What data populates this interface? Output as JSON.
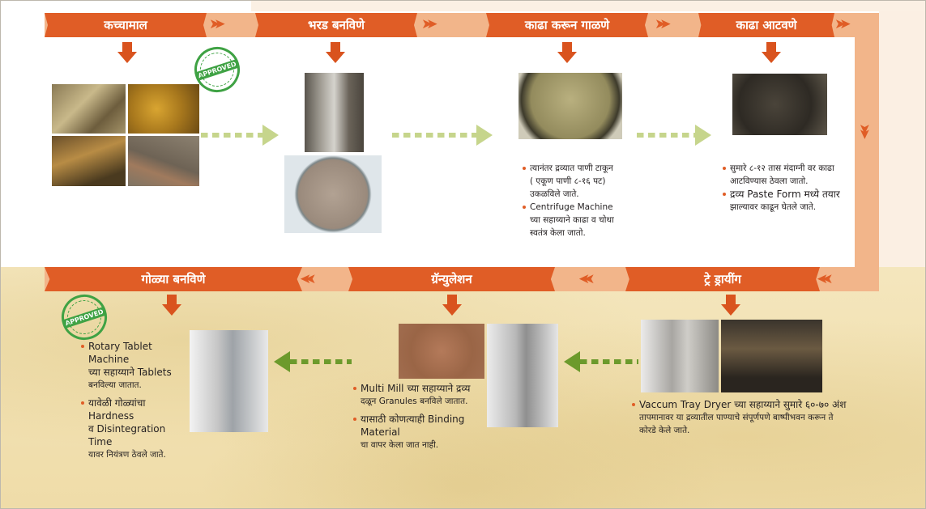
{
  "stages_top": [
    {
      "title": "कच्चामाल"
    },
    {
      "title": "भरड बनविणे"
    },
    {
      "title": "काढा करून गाळणे"
    },
    {
      "title": "काढा आटवणे"
    }
  ],
  "stages_bottom": [
    {
      "title": "गोळ्या बनविणे"
    },
    {
      "title": "ग्रॅन्युलेशन"
    },
    {
      "title": "ट्रे ड्रायींग"
    }
  ],
  "stamp": {
    "label": "APPROVED"
  },
  "notes_decoction": [
    "त्यानंतर द्रव्यात पाणी टाकून",
    "( एकूण पाणी ८-१६ पट)",
    "उकळविले जाते.",
    "Centrifuge Machine",
    "च्या सहाय्याने काढा व चोथा",
    "स्वतंत्र केला जातो."
  ],
  "notes_concentrate": [
    "सुमारे ८-१२ तास मंदाग्नी वर काढा",
    "आटविण्यास ठेवला जातो.",
    "द्रव्य Paste Form मध्ये तयार",
    "झाल्यावर काढून घेतले जाते."
  ],
  "notes_tablet": [
    "Rotary Tablet Machine",
    "च्या सहाय्याने Tablets",
    "बनविल्या जातात.",
    "यावेळी गोळ्यांचा Hardness",
    "व Disintegration Time",
    "यावर नियंत्रण ठेवले जाते."
  ],
  "notes_granulation": [
    "Multi Mill  च्या सहाय्याने द्रव्य",
    "दळून Granules बनविले जातात.",
    "यासाठी कोणत्याही Binding Material",
    "चा वापर केला जात नाही."
  ],
  "notes_drying": [
    "Vaccum Tray Dryer च्या सहाय्याने सुमारे ६०-७० अंश",
    "तापमानावर या द्रव्यातील पाण्याचे संपूर्णपणे बाष्पीभवन करून ते",
    "कोरडे केले जाते."
  ],
  "colors": {
    "banner": "#e05d26",
    "rail": "#f2b58a",
    "arrow_light": "#c6d58c",
    "arrow_dark": "#6c9a2c",
    "stamp": "#3fa244"
  }
}
